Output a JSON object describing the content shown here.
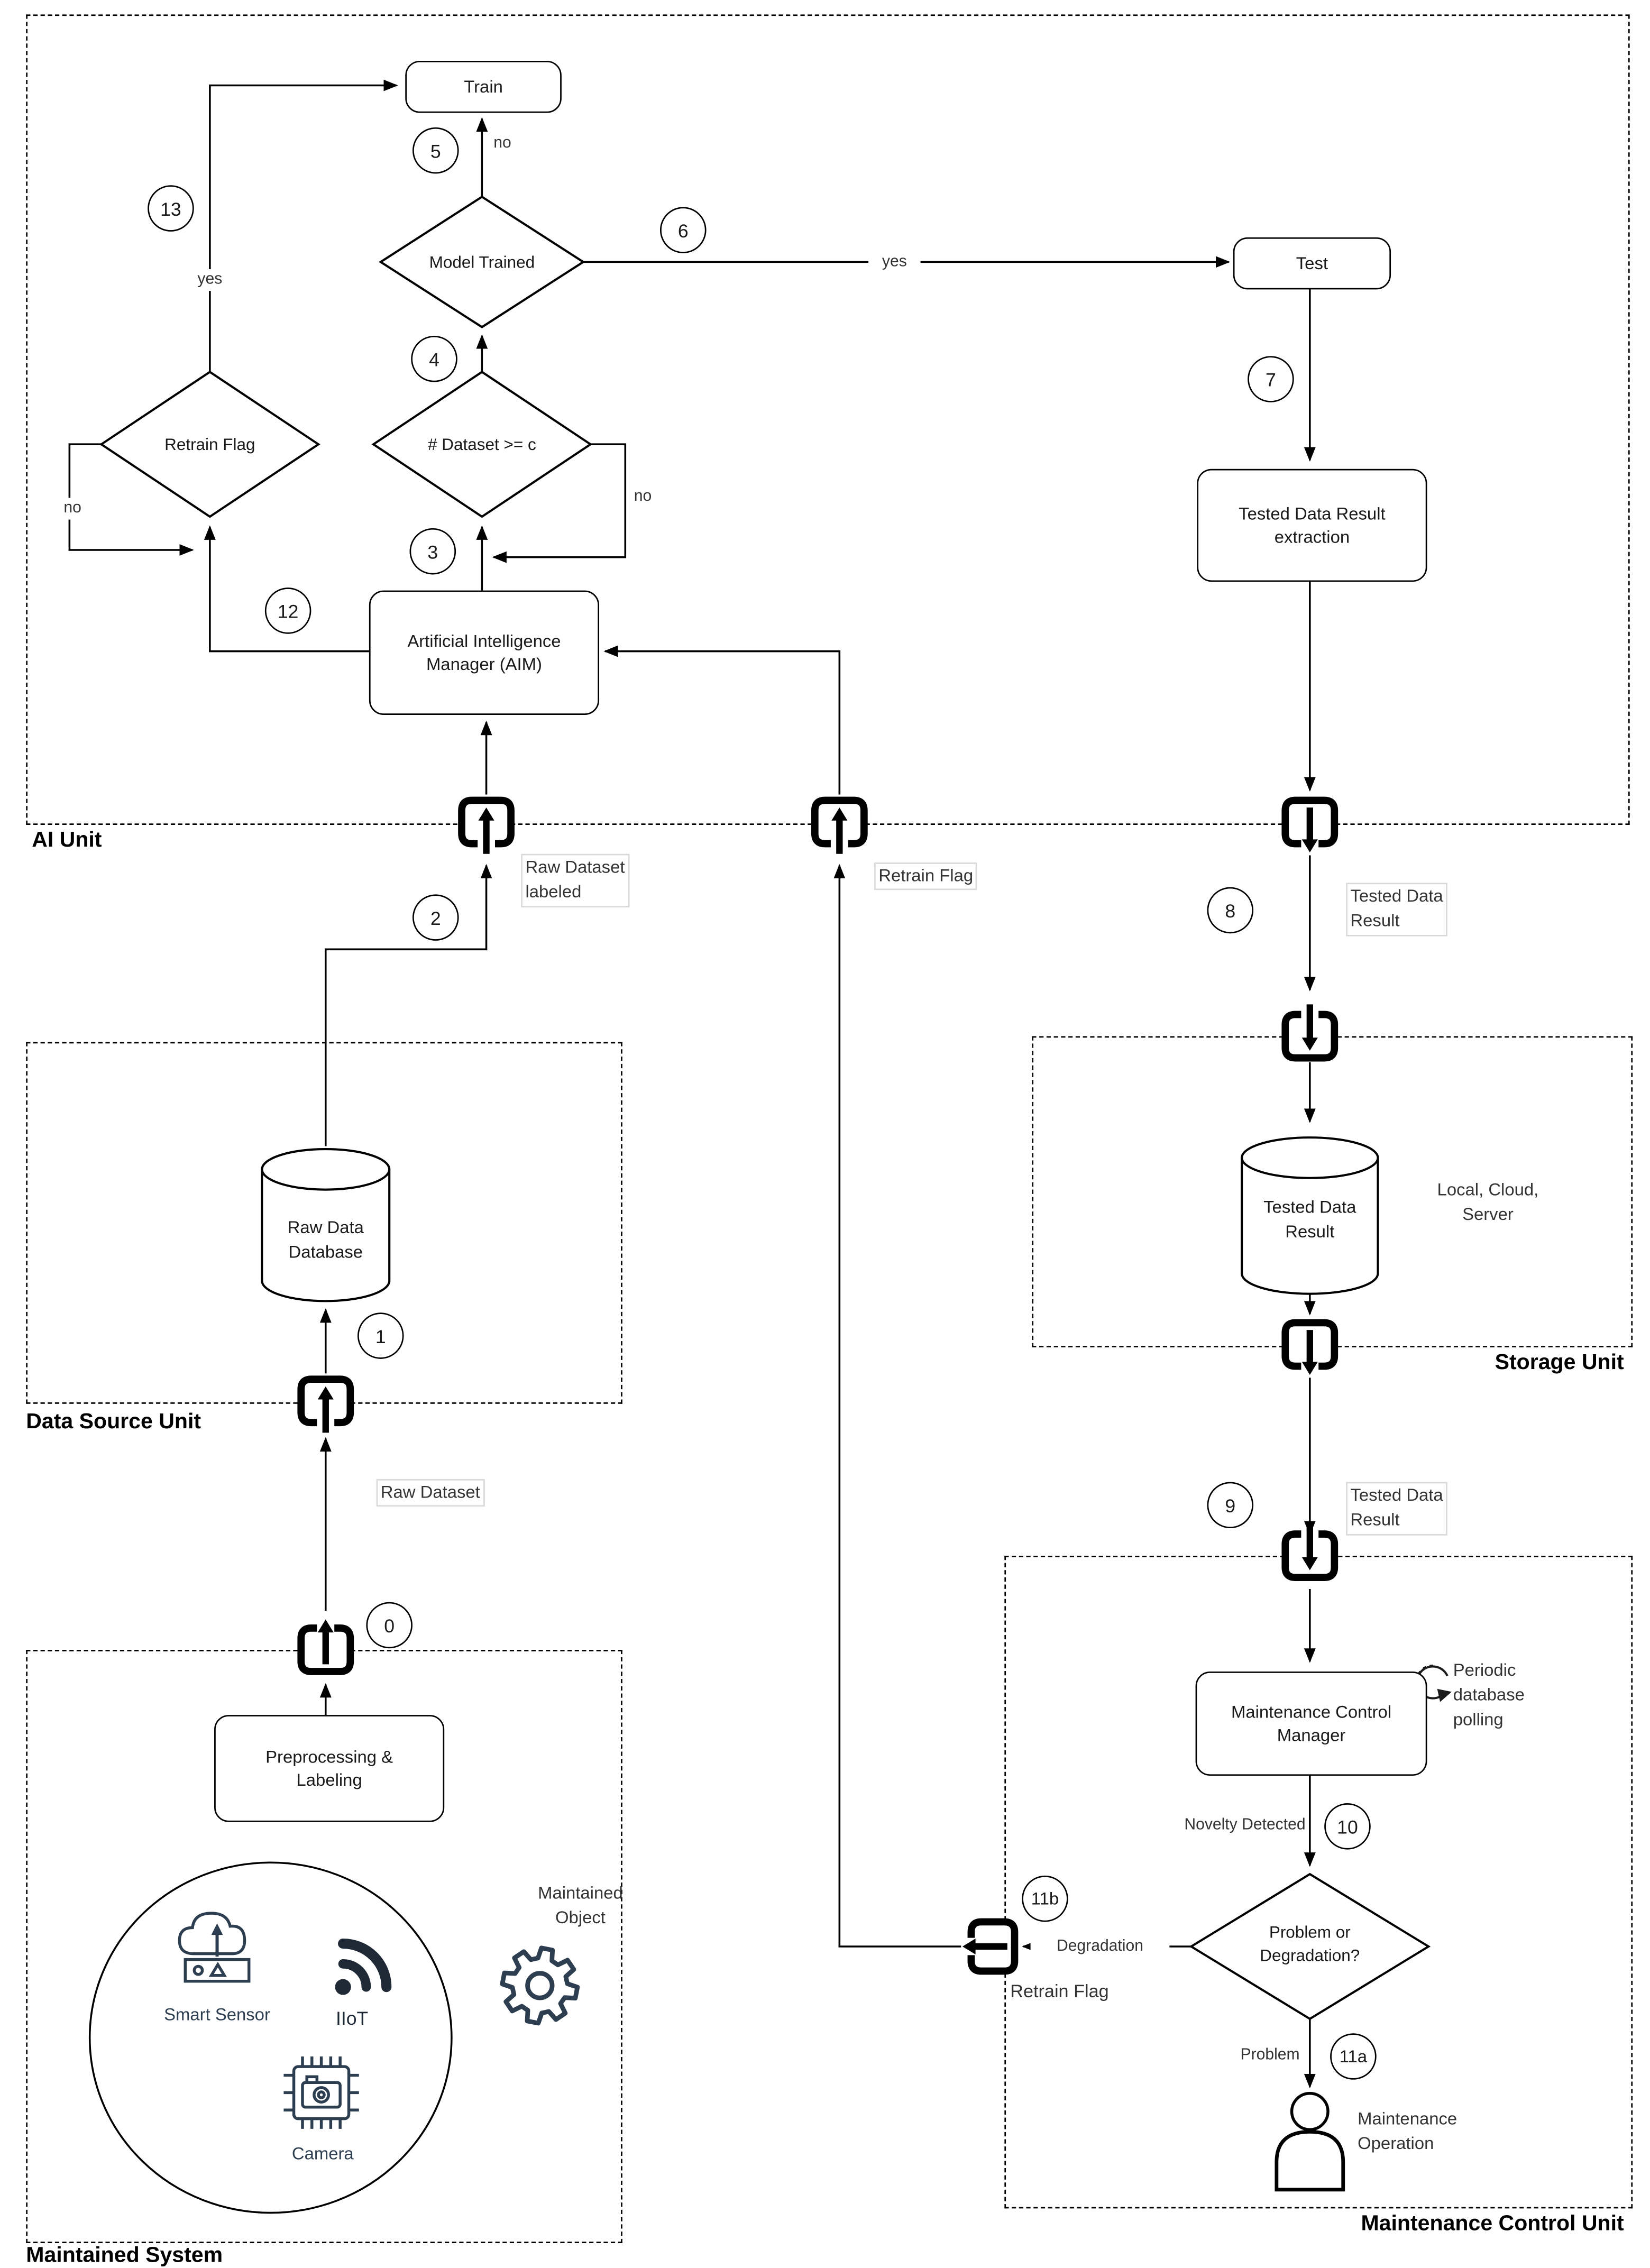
{
  "units": {
    "ai": {
      "label": "AI Unit"
    },
    "data_source": {
      "label": "Data Source Unit"
    },
    "storage": {
      "label": "Storage Unit"
    },
    "maintained_system": {
      "label": "Maintained System"
    },
    "maintenance_control": {
      "label": "Maintenance Control Unit"
    }
  },
  "nodes": {
    "train": "Train",
    "test": "Test",
    "model_trained": "Model Trained",
    "retrain_flag": "Retrain Flag",
    "dataset_threshold": "# Dataset >= c",
    "aim_line1": "Artificial Intelligence",
    "aim_line2": "Manager (AIM)",
    "extraction_line1": "Tested Data Result",
    "extraction_line2": "extraction",
    "raw_db_line1": "Raw Data",
    "raw_db_line2": "Database",
    "tested_db_line1": "Tested Data",
    "tested_db_line2": "Result",
    "mcm_line1": "Maintenance Control",
    "mcm_line2": "Manager",
    "preprocessing_line1": "Preprocessing &",
    "preprocessing_line2": "Labeling",
    "problem_line1": "Problem or",
    "problem_line2": "Degradation?"
  },
  "steps": {
    "s0": "0",
    "s1": "1",
    "s2": "2",
    "s3": "3",
    "s4": "4",
    "s5": "5",
    "s6": "6",
    "s7": "7",
    "s8": "8",
    "s9": "9",
    "s10": "10",
    "s11a": "11a",
    "s11b": "11b",
    "s12": "12",
    "s13": "13"
  },
  "edges": {
    "yes_retrain": "yes",
    "yes_model": "yes",
    "no_train": "no",
    "no_retrain": "no",
    "no_dataset": "no",
    "raw_dataset_labeled_1": "Raw Dataset",
    "raw_dataset_labeled_2": "labeled",
    "retrain_flag_mid": "Retrain Flag",
    "tested_data_1": "Tested Data",
    "tested_data_2": "Result",
    "raw_dataset": "Raw Dataset",
    "novelty": "Novelty Detected",
    "degradation": "Degradation",
    "problem": "Problem",
    "retrain_flag_low": "Retrain Flag"
  },
  "annotations": {
    "local_cloud_1": "Local, Cloud,",
    "local_cloud_2": "Server",
    "periodic_1": "Periodic",
    "periodic_2": "database",
    "periodic_3": "polling",
    "maintained_object_1": "Maintained",
    "maintained_object_2": "Object",
    "maintenance_op_1": "Maintenance",
    "maintenance_op_2": "Operation",
    "smart_sensor": "Smart Sensor",
    "iiot": "IIoT",
    "camera": "Camera"
  }
}
